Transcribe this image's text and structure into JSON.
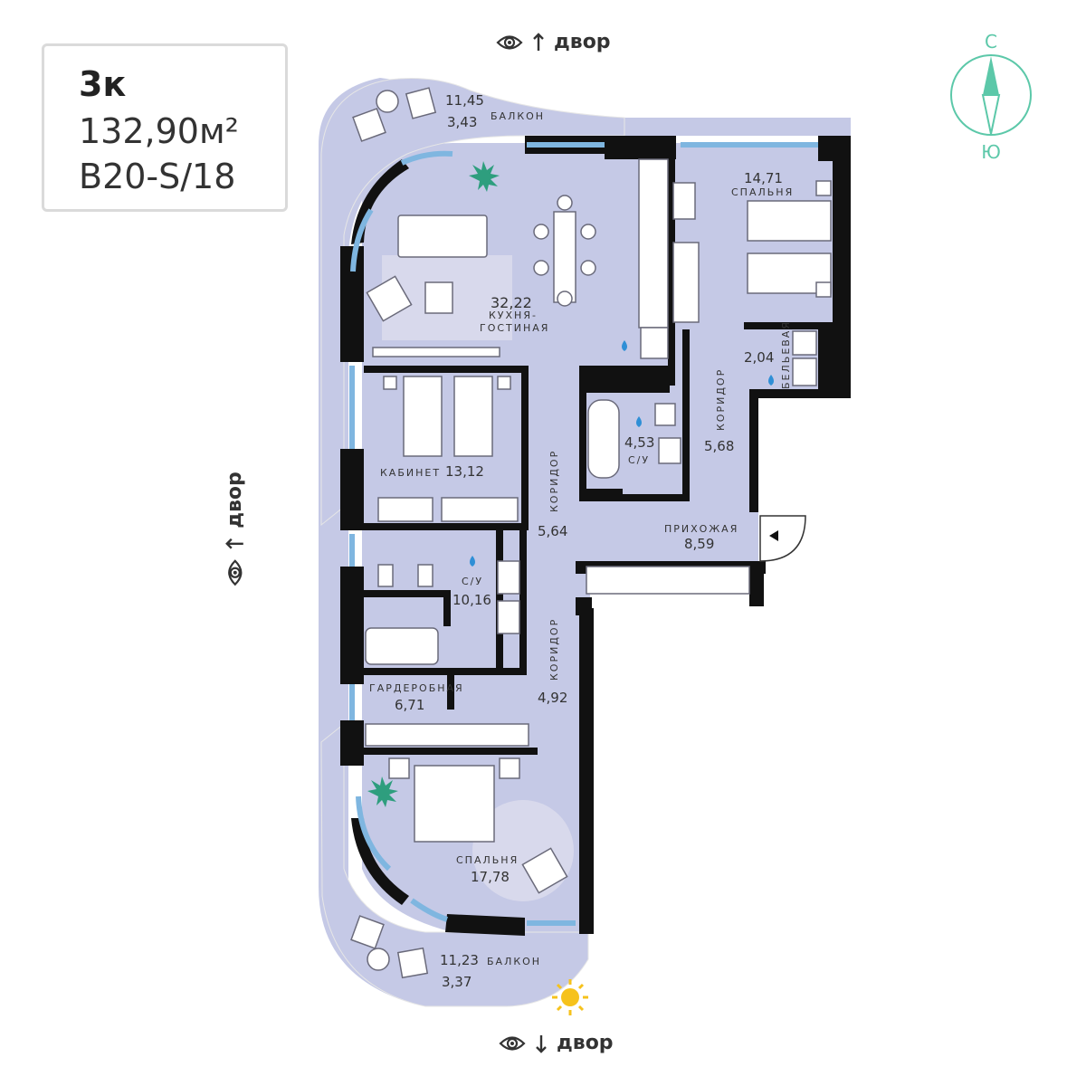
{
  "info": {
    "type": "3к",
    "area": "132,90м²",
    "code": "B20-S/18"
  },
  "views": {
    "top": "двор",
    "left": "двор",
    "bottom": "двор"
  },
  "compass": {
    "north": "С",
    "south": "Ю",
    "color": "#5cc8a9"
  },
  "colors": {
    "floor": "#c5c9e6",
    "wall": "#111111",
    "window": "#7fb6e0",
    "accent_green": "#2e9e7e",
    "sun": "#f6c21c",
    "water": "#2f8fd6"
  },
  "rooms": {
    "balcony_top": {
      "area": "11,45",
      "area2": "3,43",
      "name": "БАЛКОН"
    },
    "kitchen": {
      "area": "32,22",
      "name1": "КУХНЯ-",
      "name2": "ГОСТИНАЯ"
    },
    "bedroom1": {
      "area": "14,71",
      "name": "СПАЛЬНЯ"
    },
    "laundry": {
      "area": "2,04",
      "name": "БЕЛЬЕВАЯ"
    },
    "study": {
      "area": "13,12",
      "name": "КАБИНЕТ"
    },
    "bath1": {
      "area": "4,53",
      "name": "С/У"
    },
    "corridor1": {
      "area": "5,68",
      "name": "КОРИДОР"
    },
    "corridor2": {
      "area": "5,64",
      "name": "КОРИДОР"
    },
    "hall": {
      "area": "8,59",
      "name": "ПРИХОЖАЯ"
    },
    "bath2": {
      "area": "10,16",
      "name": "С/У"
    },
    "wardrobe": {
      "area": "6,71",
      "name": "ГАРДЕРОБНАЯ"
    },
    "corridor3": {
      "area": "4,92",
      "name": "КОРИДОР"
    },
    "bedroom2": {
      "area": "17,78",
      "name": "СПАЛЬНЯ"
    },
    "balcony_bottom": {
      "area": "11,23",
      "area2": "3,37",
      "name": "БАЛКОН"
    }
  }
}
